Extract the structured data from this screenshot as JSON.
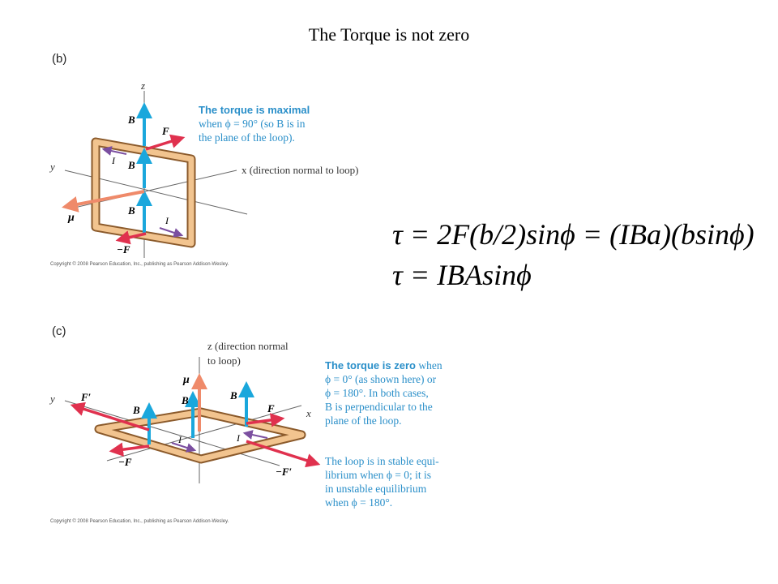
{
  "title": "The Torque is not zero",
  "panel_b": {
    "label": "(b)",
    "note_bold": "The torque is maximal",
    "note_line1": "when  ϕ = 90° (so B is in",
    "note_line2": "the plane of the loop).",
    "axis_z": "z",
    "axis_y": "y",
    "axis_x": "x (direction normal to loop)",
    "vec_B": "B",
    "vec_F": "F",
    "vec_negF": "−F",
    "vec_mu": "μ",
    "current": "I",
    "copyright": "Copyright © 2008 Pearson Education, Inc., publishing as Pearson Addison-Wesley."
  },
  "panel_c": {
    "label": "(c)",
    "axis_z1": "z (direction normal",
    "axis_z2": "to loop)",
    "axis_y": "y",
    "axis_x": "x",
    "vec_B": "B",
    "vec_F": "F",
    "vec_Fp": "F′",
    "vec_negF": "−F",
    "vec_negFp": "−F′",
    "vec_mu": "μ",
    "current": "I",
    "note1_bold": "The torque is zero",
    "note1_rest": " when",
    "note1_line2": "ϕ = 0° (as shown here) or",
    "note1_line3": "ϕ = 180°. In both cases,",
    "note1_line4": "B is perpendicular to the",
    "note1_line5": "plane of the loop.",
    "note2_line1": "The loop is in stable equi-",
    "note2_line2": "librium when ϕ = 0; it is",
    "note2_line3": "in unstable equilibrium",
    "note2_line4": "when ϕ = 180°.",
    "copyright": "Copyright © 2008 Pearson Education, Inc., publishing as Pearson Addison-Wesley."
  },
  "equations": {
    "eq1": "τ = 2F(b/2)sinϕ = (IBa)(bsinϕ)",
    "eq2": "τ = IBAsinϕ"
  },
  "colors": {
    "field_arrow": "#1aa7dc",
    "force_arrow": "#e0314e",
    "mu_arrow": "#ef8a6a",
    "current_arrow": "#7b4fa0",
    "loop_fill": "#f2c48f",
    "loop_edge": "#8b5a2b",
    "note_text": "#2a8fc9"
  }
}
